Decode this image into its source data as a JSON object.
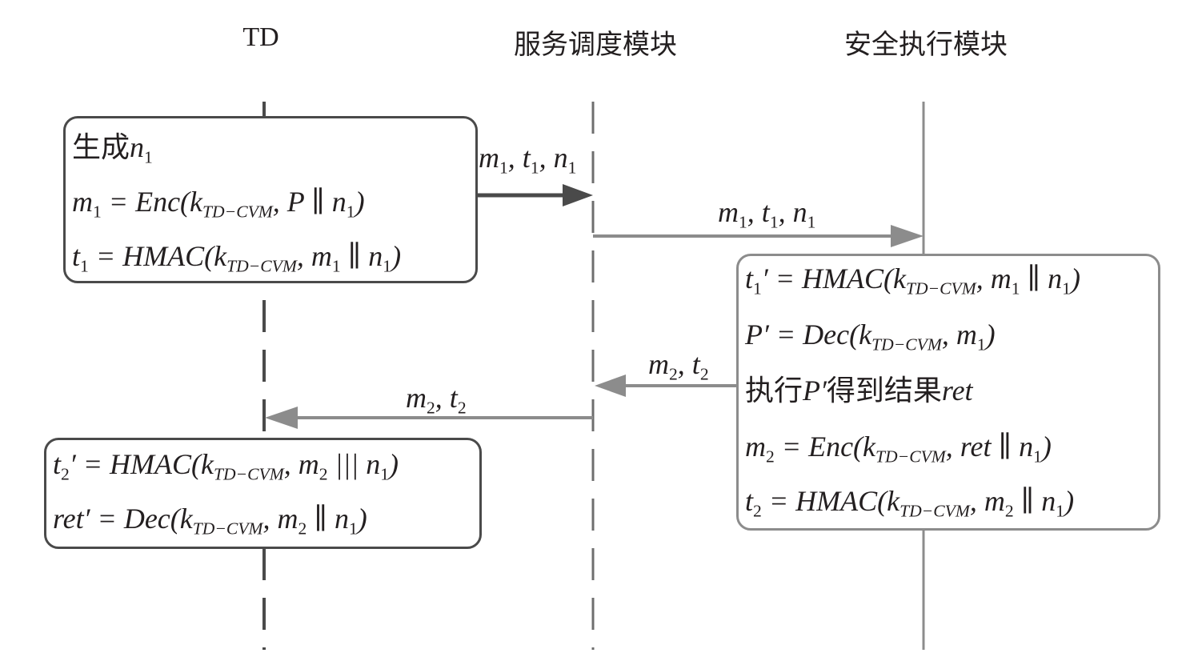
{
  "participants": [
    {
      "id": "td",
      "label": "TD"
    },
    {
      "id": "dispatcher",
      "label": "服务调度模块"
    },
    {
      "id": "executor",
      "label": "安全执行模块"
    }
  ],
  "boxes": {
    "td_box1": {
      "lines": [
        {
          "cn": "生成",
          "v": "n",
          "s": "1"
        },
        {
          "lhs": "m",
          "lhs_sub": "1",
          "rhs": "= Enc(k",
          "key": "TD−CVM",
          "args": ", P ∥ n",
          "argsub": "1",
          "tail": ")"
        },
        {
          "lhs": "t",
          "lhs_sub": "1",
          "rhs": "= HMAC(k",
          "key": "TD−CVM",
          "args": ", m",
          "argsub": "1",
          "mid": " ∥ n",
          "midsub": "1",
          "tail": ")"
        }
      ]
    },
    "exec_box": {
      "lines": [
        {
          "lhs": "t",
          "lhs_sub": "1",
          "prime": "′",
          "rhs": "= HMAC(k",
          "key": "TD−CVM",
          "args": ", m",
          "argsub": "1",
          "mid": " ∥ n",
          "midsub": "1",
          "tail": ")"
        },
        {
          "lhs": "P′",
          "rhs": "= Dec(k",
          "key": "TD−CVM",
          "args": ", m",
          "argsub": "1",
          "tail": ")"
        },
        {
          "cn1": "执行",
          "v1": "P′",
          "cn2": "得到结果",
          "v2": "ret"
        },
        {
          "lhs": "m",
          "lhs_sub": "2",
          "rhs": "= Enc(k",
          "key": "TD−CVM",
          "args": ", ret ∥ n",
          "argsub": "1",
          "tail": ")"
        },
        {
          "lhs": "t",
          "lhs_sub": "2",
          "rhs": "= HMAC(k",
          "key": "TD−CVM",
          "args": ", m",
          "argsub": "2",
          "mid": " ∥ n",
          "midsub": "1",
          "tail": ")"
        }
      ]
    },
    "td_box2": {
      "lines": [
        {
          "lhs": "t",
          "lhs_sub": "2",
          "prime": "′",
          "rhs": "= HMAC(k",
          "key": "TD−CVM",
          "args": ", m",
          "argsub": "2",
          "mid": " ||| n",
          "midsub": "1",
          "tail": ")"
        },
        {
          "lhs": "ret′",
          "rhs": "= Dec(k",
          "key": "TD−CVM",
          "args": ", m",
          "argsub": "2",
          "mid": " ∥ n",
          "midsub": "1",
          "tail": ")"
        }
      ]
    }
  },
  "messages": [
    {
      "id": "msg1",
      "from": "td",
      "to": "dispatcher",
      "parts": [
        {
          "v": "m",
          "s": "1"
        },
        {
          "v": "t",
          "s": "1"
        },
        {
          "v": "n",
          "s": "1"
        }
      ]
    },
    {
      "id": "msg2",
      "from": "dispatcher",
      "to": "executor",
      "parts": [
        {
          "v": "m",
          "s": "1"
        },
        {
          "v": "t",
          "s": "1"
        },
        {
          "v": "n",
          "s": "1"
        }
      ]
    },
    {
      "id": "msg3",
      "from": "executor",
      "to": "dispatcher",
      "parts": [
        {
          "v": "m",
          "s": "2"
        },
        {
          "v": "t",
          "s": "2"
        }
      ]
    },
    {
      "id": "msg4",
      "from": "dispatcher",
      "to": "td",
      "parts": [
        {
          "v": "m",
          "s": "2"
        },
        {
          "v": "t",
          "s": "2"
        }
      ]
    }
  ],
  "colors": {
    "dark": "#4a4a4a",
    "light": "#8c8c8c",
    "text": "#231f20"
  }
}
